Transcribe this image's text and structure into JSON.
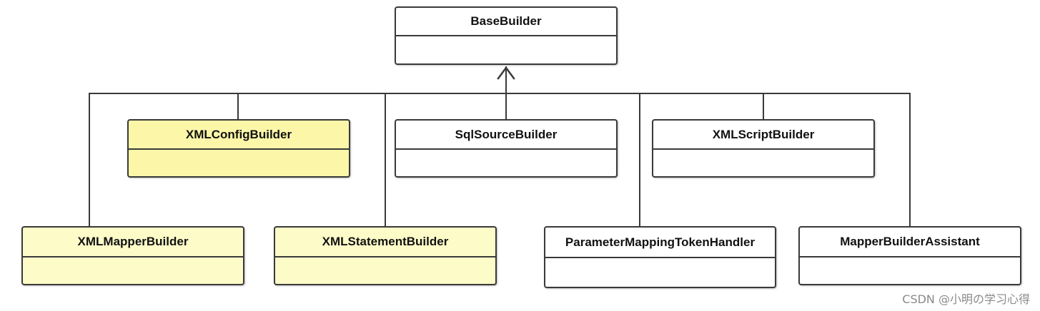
{
  "diagram": {
    "type": "uml-class-hierarchy",
    "root": {
      "name": "BaseBuilder"
    },
    "subclasses": [
      {
        "name": "XMLConfigBuilder",
        "highlighted": true
      },
      {
        "name": "SqlSourceBuilder",
        "highlighted": false
      },
      {
        "name": "XMLScriptBuilder",
        "highlighted": false
      },
      {
        "name": "XMLMapperBuilder",
        "highlighted": true
      },
      {
        "name": "XMLStatementBuilder",
        "highlighted": true
      },
      {
        "name": "ParameterMappingTokenHandler",
        "highlighted": false
      },
      {
        "name": "MapperBuilderAssistant",
        "highlighted": false
      }
    ],
    "relationship": "inheritance",
    "colors": {
      "highlight_fill": "#fcf7a8",
      "highlight_fill_light": "#fdfbc8",
      "default_fill": "#ffffff",
      "line": "#3a3a3a"
    }
  },
  "watermark": "CSDN @小明の学习心得"
}
